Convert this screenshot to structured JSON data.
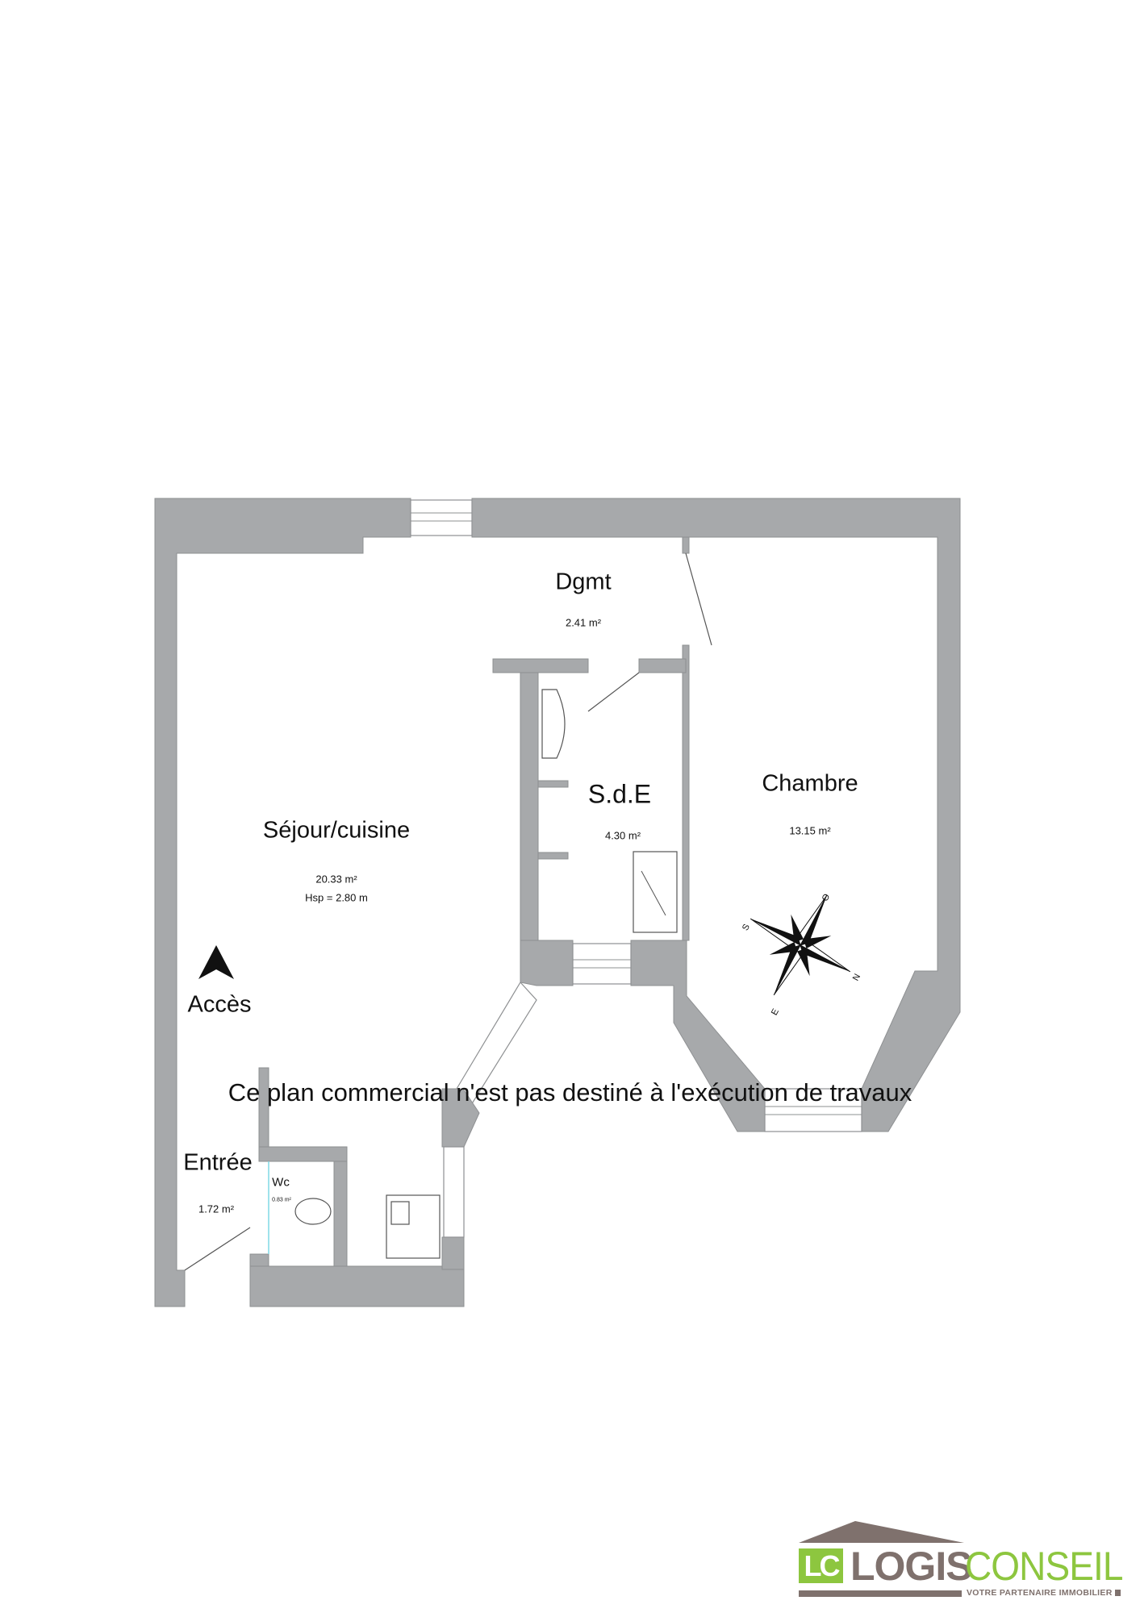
{
  "rooms": [
    {
      "name": "Séjour/cuisine",
      "area": "20.33 m²",
      "height": "Hsp = 2.80 m"
    },
    {
      "name": "Dgmt",
      "area": "2.41 m²"
    },
    {
      "name": "S.d.E",
      "area": "4.30 m²"
    },
    {
      "name": "Chambre",
      "area": "13.15 m²"
    },
    {
      "name": "Entrée",
      "area": "1.72 m²"
    },
    {
      "name": "Wc",
      "area": "0.83 m²"
    }
  ],
  "access_label": "Accès",
  "compass": {
    "north": "N",
    "south": "S",
    "east": "E",
    "west": "O"
  },
  "disclaimer": "Ce plan commercial n'est pas destiné à l'exécution de travaux",
  "logo": {
    "initials": "LC",
    "word1": "LOGIS",
    "word2": "CONSEIL",
    "tagline": "VOTRE PARTENAIRE IMMOBILIER",
    "green": "#8dc63f",
    "taupe": "#7f716d"
  },
  "colors": {
    "wall": "#a7a9ab"
  }
}
